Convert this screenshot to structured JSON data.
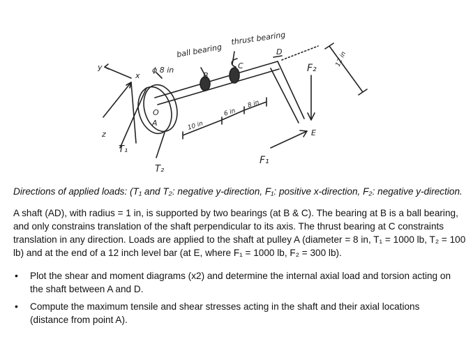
{
  "figure": {
    "labels": {
      "y_axis": "y",
      "x_axis": "x",
      "z_axis": "z",
      "diameter_note": "ϕ 8 in",
      "ball_bearing": "ball bearing",
      "thrust_bearing": "thrust bearing",
      "point_a": "A",
      "point_b": "B",
      "point_c": "C",
      "point_d": "D",
      "point_e": "E",
      "point_o": "O",
      "dim_10in": "10 in",
      "dim_6in": "6 in",
      "dim_8in": "8 in",
      "dim_12in": "12 in",
      "t1": "T₁",
      "t2": "T₂",
      "f1": "F₁",
      "f2": "F₂"
    }
  },
  "caption": "Directions of applied loads: (T₁ and T₂: negative y-direction, F₁: positive x-direction, F₂: negative y-direction.",
  "paragraph": "A shaft (AD), with radius = 1 in, is supported by two bearings (at B & C).  The bearing at B is a ball bearing, and only constrains translation of the shaft perpendicular to its axis.  The thrust bearing at C constraints translation in any direction.  Loads are applied to the shaft at pulley A (diameter = 8 in, T₁ = 1000 lb, T₂ = 100 lb) and at the end of a 12 inch level bar (at E, where F₁ = 1000 lb, F₂ = 300 lb).",
  "bullets": [
    "Plot the shear and moment diagrams (x2) and determine the internal axial load and torsion acting on the shaft between A and D.",
    "Compute the maximum tensile and shear stresses acting in the shaft and their axial locations (distance from point A)."
  ]
}
